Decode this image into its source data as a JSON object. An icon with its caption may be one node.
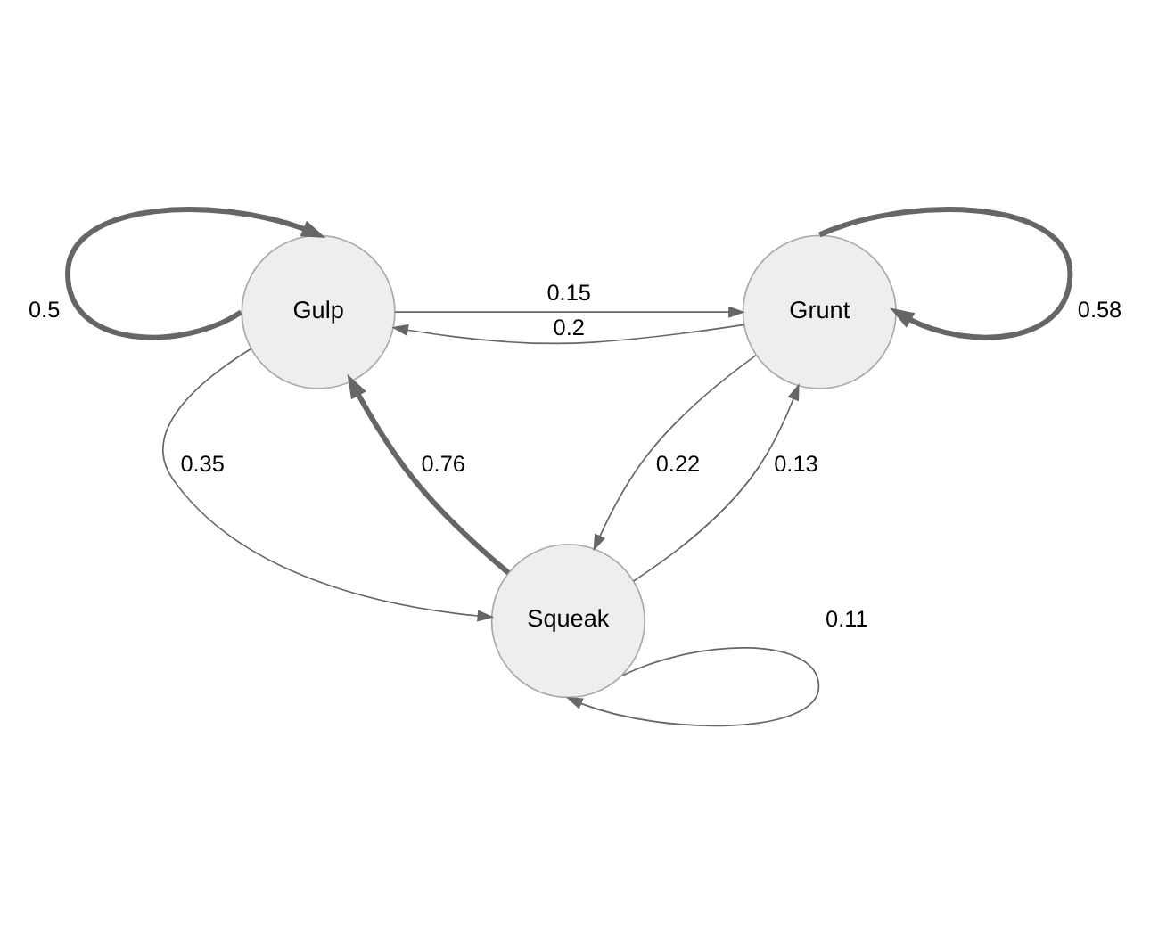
{
  "diagram": {
    "nodes": [
      {
        "text": [
          "Gulp"
        ]
      },
      {
        "text": [
          "Grunt"
        ]
      },
      {
        "text": [
          "Squeak"
        ]
      }
    ],
    "edges": [
      {
        "from": 0,
        "to": 0,
        "arrow": "to",
        "label": "0.5",
        "style": "thick"
      },
      {
        "from": 0,
        "to": 1,
        "arrow": "to",
        "label": "0.15"
      },
      {
        "from": 1,
        "to": 0,
        "arrow": "to",
        "label": "0.2"
      },
      {
        "from": 1,
        "to": 1,
        "arrow": "to",
        "label": "0.58",
        "style": "thick"
      },
      {
        "from": 0,
        "to": 2,
        "arrow": "to",
        "label": "0.35"
      },
      {
        "from": 2,
        "to": 1,
        "arrow": "to",
        "label": "0.13"
      },
      {
        "from": 1,
        "to": 2,
        "arrow": "to",
        "label": "0.22"
      },
      {
        "from": 2,
        "to": 0,
        "arrow": "to",
        "label": "0.76",
        "style": "thick"
      },
      {
        "from": 2,
        "to": 2,
        "arrow": "to",
        "label": "0.11"
      }
    ]
  }
}
